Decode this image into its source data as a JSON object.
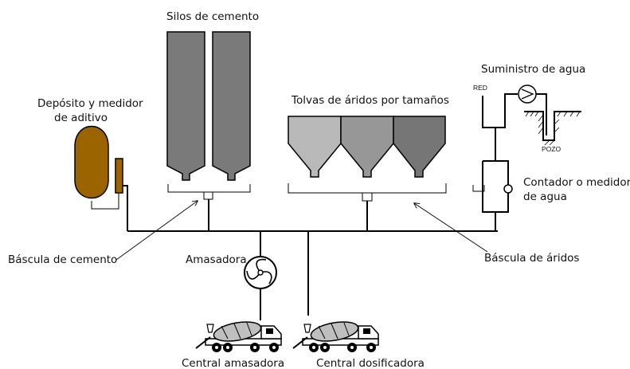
{
  "labels": {
    "silos": "Silos de cemento",
    "deposito_1": "Depósito y medidor",
    "deposito_2": "de aditivo",
    "tolvas": "Tolvas de áridos por tamaños",
    "suministro": "Suministro de agua",
    "red": "RED",
    "pozo": "POZO",
    "contador_1": "Contador  o medidor",
    "contador_2": "de agua",
    "bascula_cemento": "Báscula de cemento",
    "amasadora": "Amasadora",
    "bascula_aridos": "Báscula de áridos",
    "central_amasadora": "Central amasadora",
    "central_dosificadora": "Central dosificadora"
  },
  "colors": {
    "silo": "#7a7a7a",
    "hopper_light": "#b9b9b9",
    "hopper_mid": "#979797",
    "hopper_dark": "#767676",
    "tank": "#9b6400",
    "truck_drum": "#bfbfbf"
  }
}
